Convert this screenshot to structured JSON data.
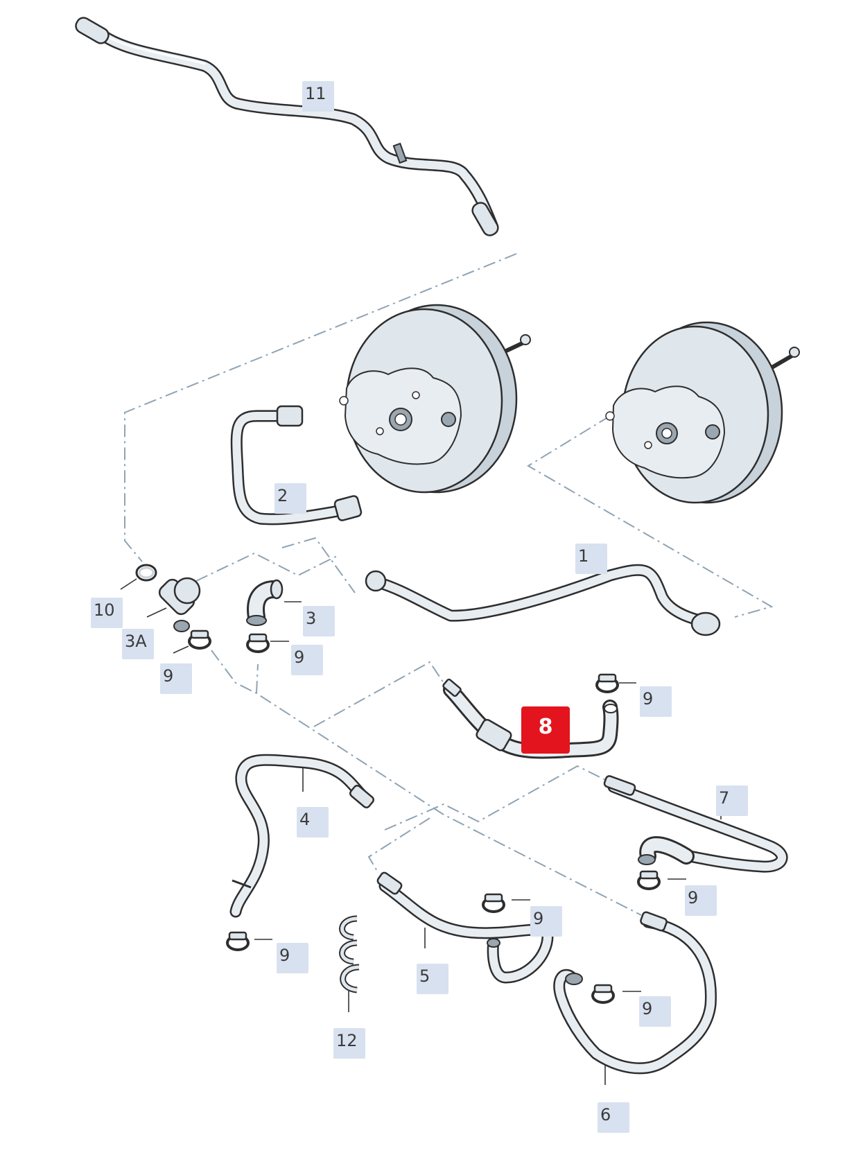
{
  "callouts": [
    {
      "id": "c11",
      "label": "11"
    },
    {
      "id": "c2",
      "label": "2"
    },
    {
      "id": "c1",
      "label": "1"
    },
    {
      "id": "c10",
      "label": "10"
    },
    {
      "id": "c3A",
      "label": "3A"
    },
    {
      "id": "c9a",
      "label": "9"
    },
    {
      "id": "c3",
      "label": "3"
    },
    {
      "id": "c9b",
      "label": "9"
    },
    {
      "id": "c9c",
      "label": "9"
    },
    {
      "id": "c8",
      "label": "8"
    },
    {
      "id": "c7",
      "label": "7"
    },
    {
      "id": "c4",
      "label": "4"
    },
    {
      "id": "c9d",
      "label": "9"
    },
    {
      "id": "c9e",
      "label": "9"
    },
    {
      "id": "c9f",
      "label": "9"
    },
    {
      "id": "c5",
      "label": "5"
    },
    {
      "id": "c12",
      "label": "12"
    },
    {
      "id": "c9g",
      "label": "9"
    },
    {
      "id": "c6",
      "label": "6"
    }
  ],
  "selected_callout": "8",
  "colors": {
    "callout_bg": "#d8e1ef",
    "selected_bg": "#e4141e",
    "leader_dash": "#8ea3b4",
    "part_fill": "#dfe6ec"
  }
}
